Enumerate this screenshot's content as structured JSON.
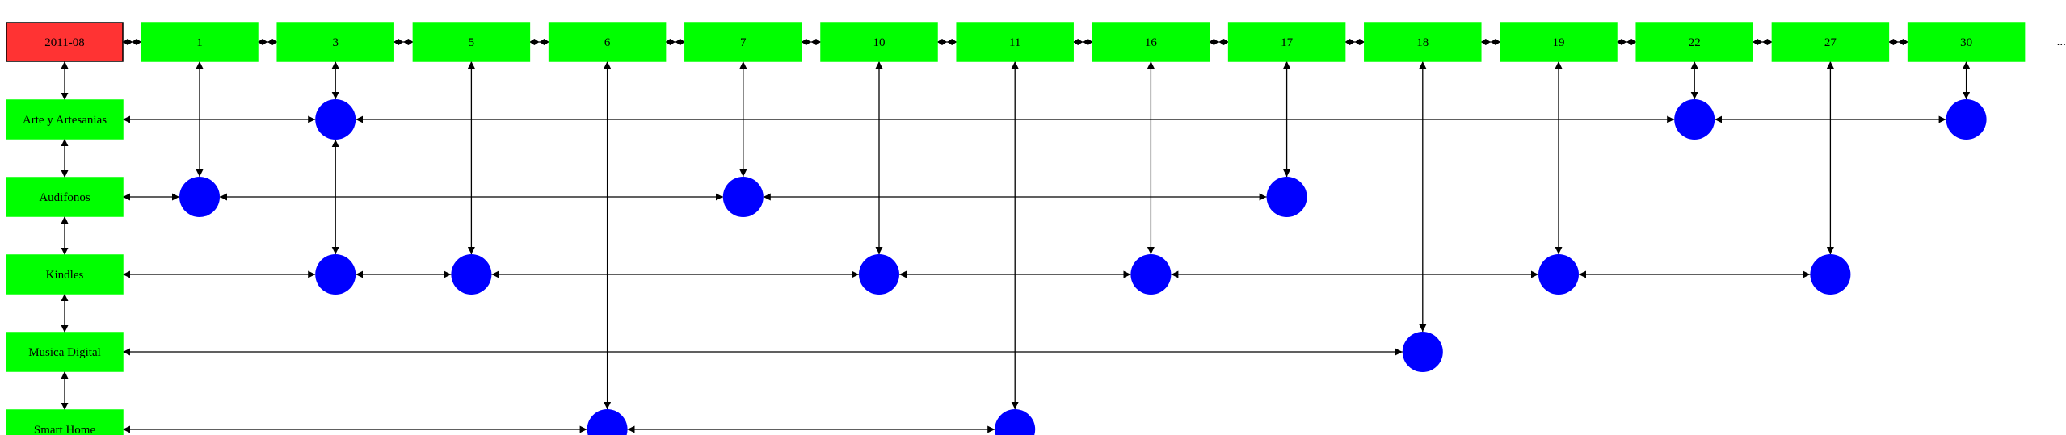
{
  "header": {
    "label": "2011-08",
    "fill": "#ff3333"
  },
  "days": [
    "1",
    "3",
    "5",
    "6",
    "7",
    "10",
    "11",
    "16",
    "17",
    "18",
    "19",
    "22",
    "27",
    "30"
  ],
  "ellipsis": "...",
  "categories": [
    "Arte y Artesanias",
    "Audifonos",
    "Kindles",
    "Musica Digital",
    "Smart Home"
  ],
  "events": {
    "Arte y Artesanias": [
      "3",
      "22",
      "30"
    ],
    "Audifonos": [
      "1",
      "7",
      "17"
    ],
    "Kindles": [
      "3",
      "5",
      "10",
      "16",
      "19",
      "27"
    ],
    "Musica Digital": [
      "18"
    ],
    "Smart Home": [
      "6",
      "11"
    ]
  },
  "colors": {
    "box": "#00ff00",
    "dot": "#0000ff",
    "edge": "#000000"
  }
}
